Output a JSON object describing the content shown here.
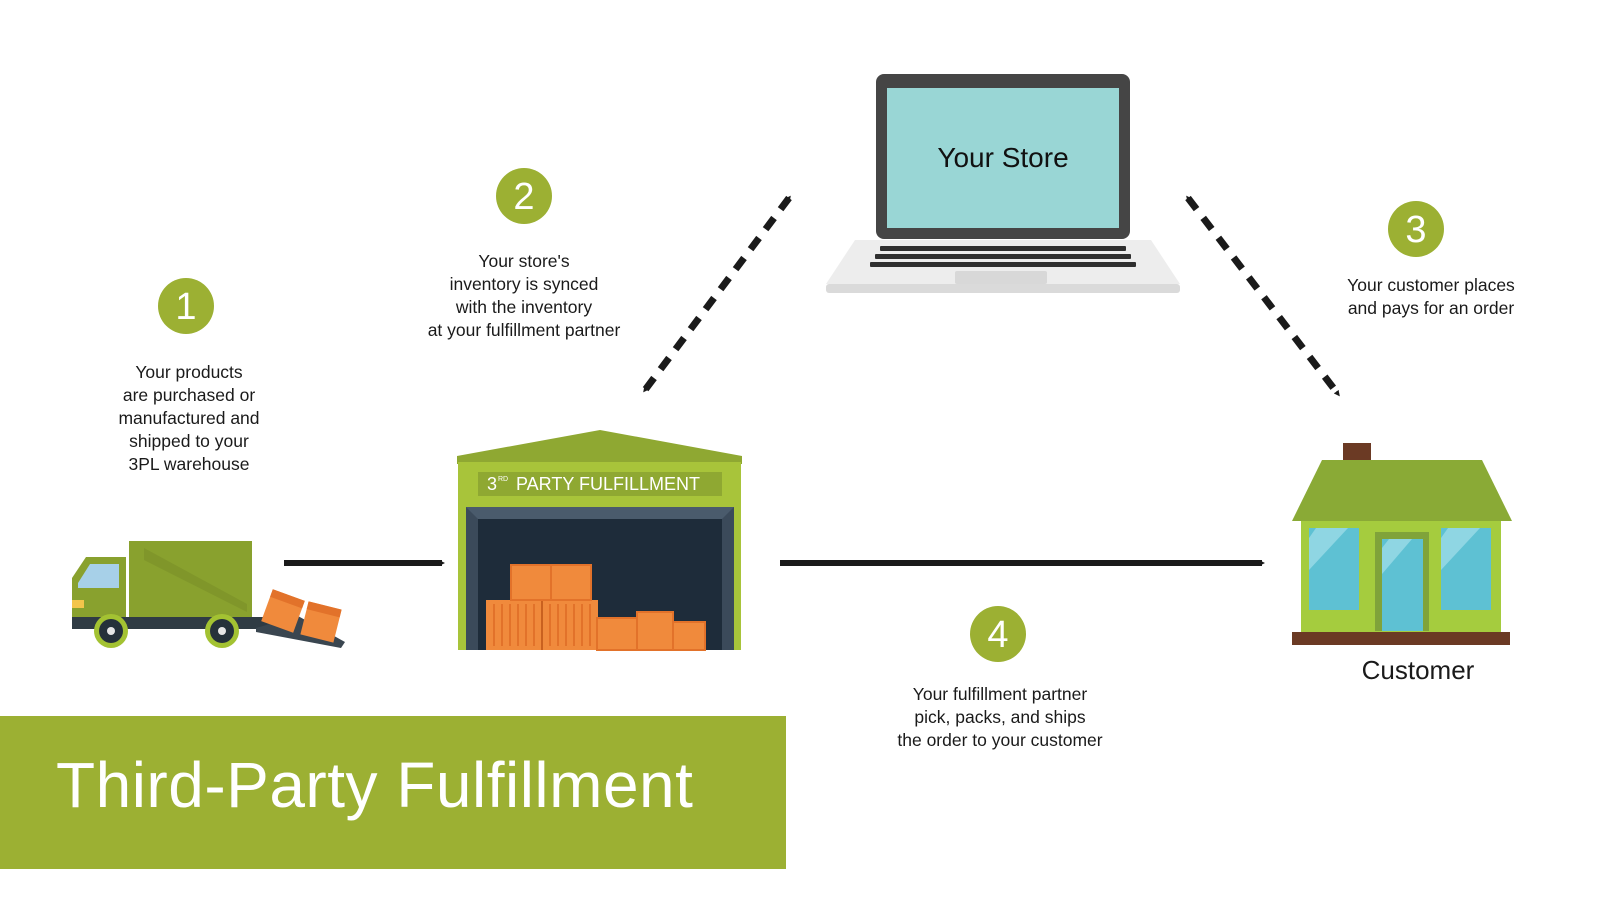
{
  "store_label": "Your Store",
  "warehouse_sign": {
    "ordinal": "3",
    "superscript": "RD",
    "text": "PARTY FULFILLMENT"
  },
  "customer_label": "Customer",
  "title": "Third-Party Fulfillment",
  "steps": [
    {
      "number": "1",
      "text": "Your products\nare purchased or\nmanufactured and\nshipped to your\n3PL warehouse"
    },
    {
      "number": "2",
      "text": "Your store's\ninventory is synced\nwith the inventory\nat your fulfillment partner"
    },
    {
      "number": "3",
      "text": "Your customer places\nand pays for an order"
    },
    {
      "number": "4",
      "text": "Your fulfillment partner\npick, packs, and ships\nthe order to your customer"
    }
  ],
  "colors": {
    "green": "#9cb033",
    "dark_green": "#7f9a2c",
    "screen": "#99d6d5",
    "orange": "#f08a3c",
    "arrow": "#1a1a1a"
  }
}
